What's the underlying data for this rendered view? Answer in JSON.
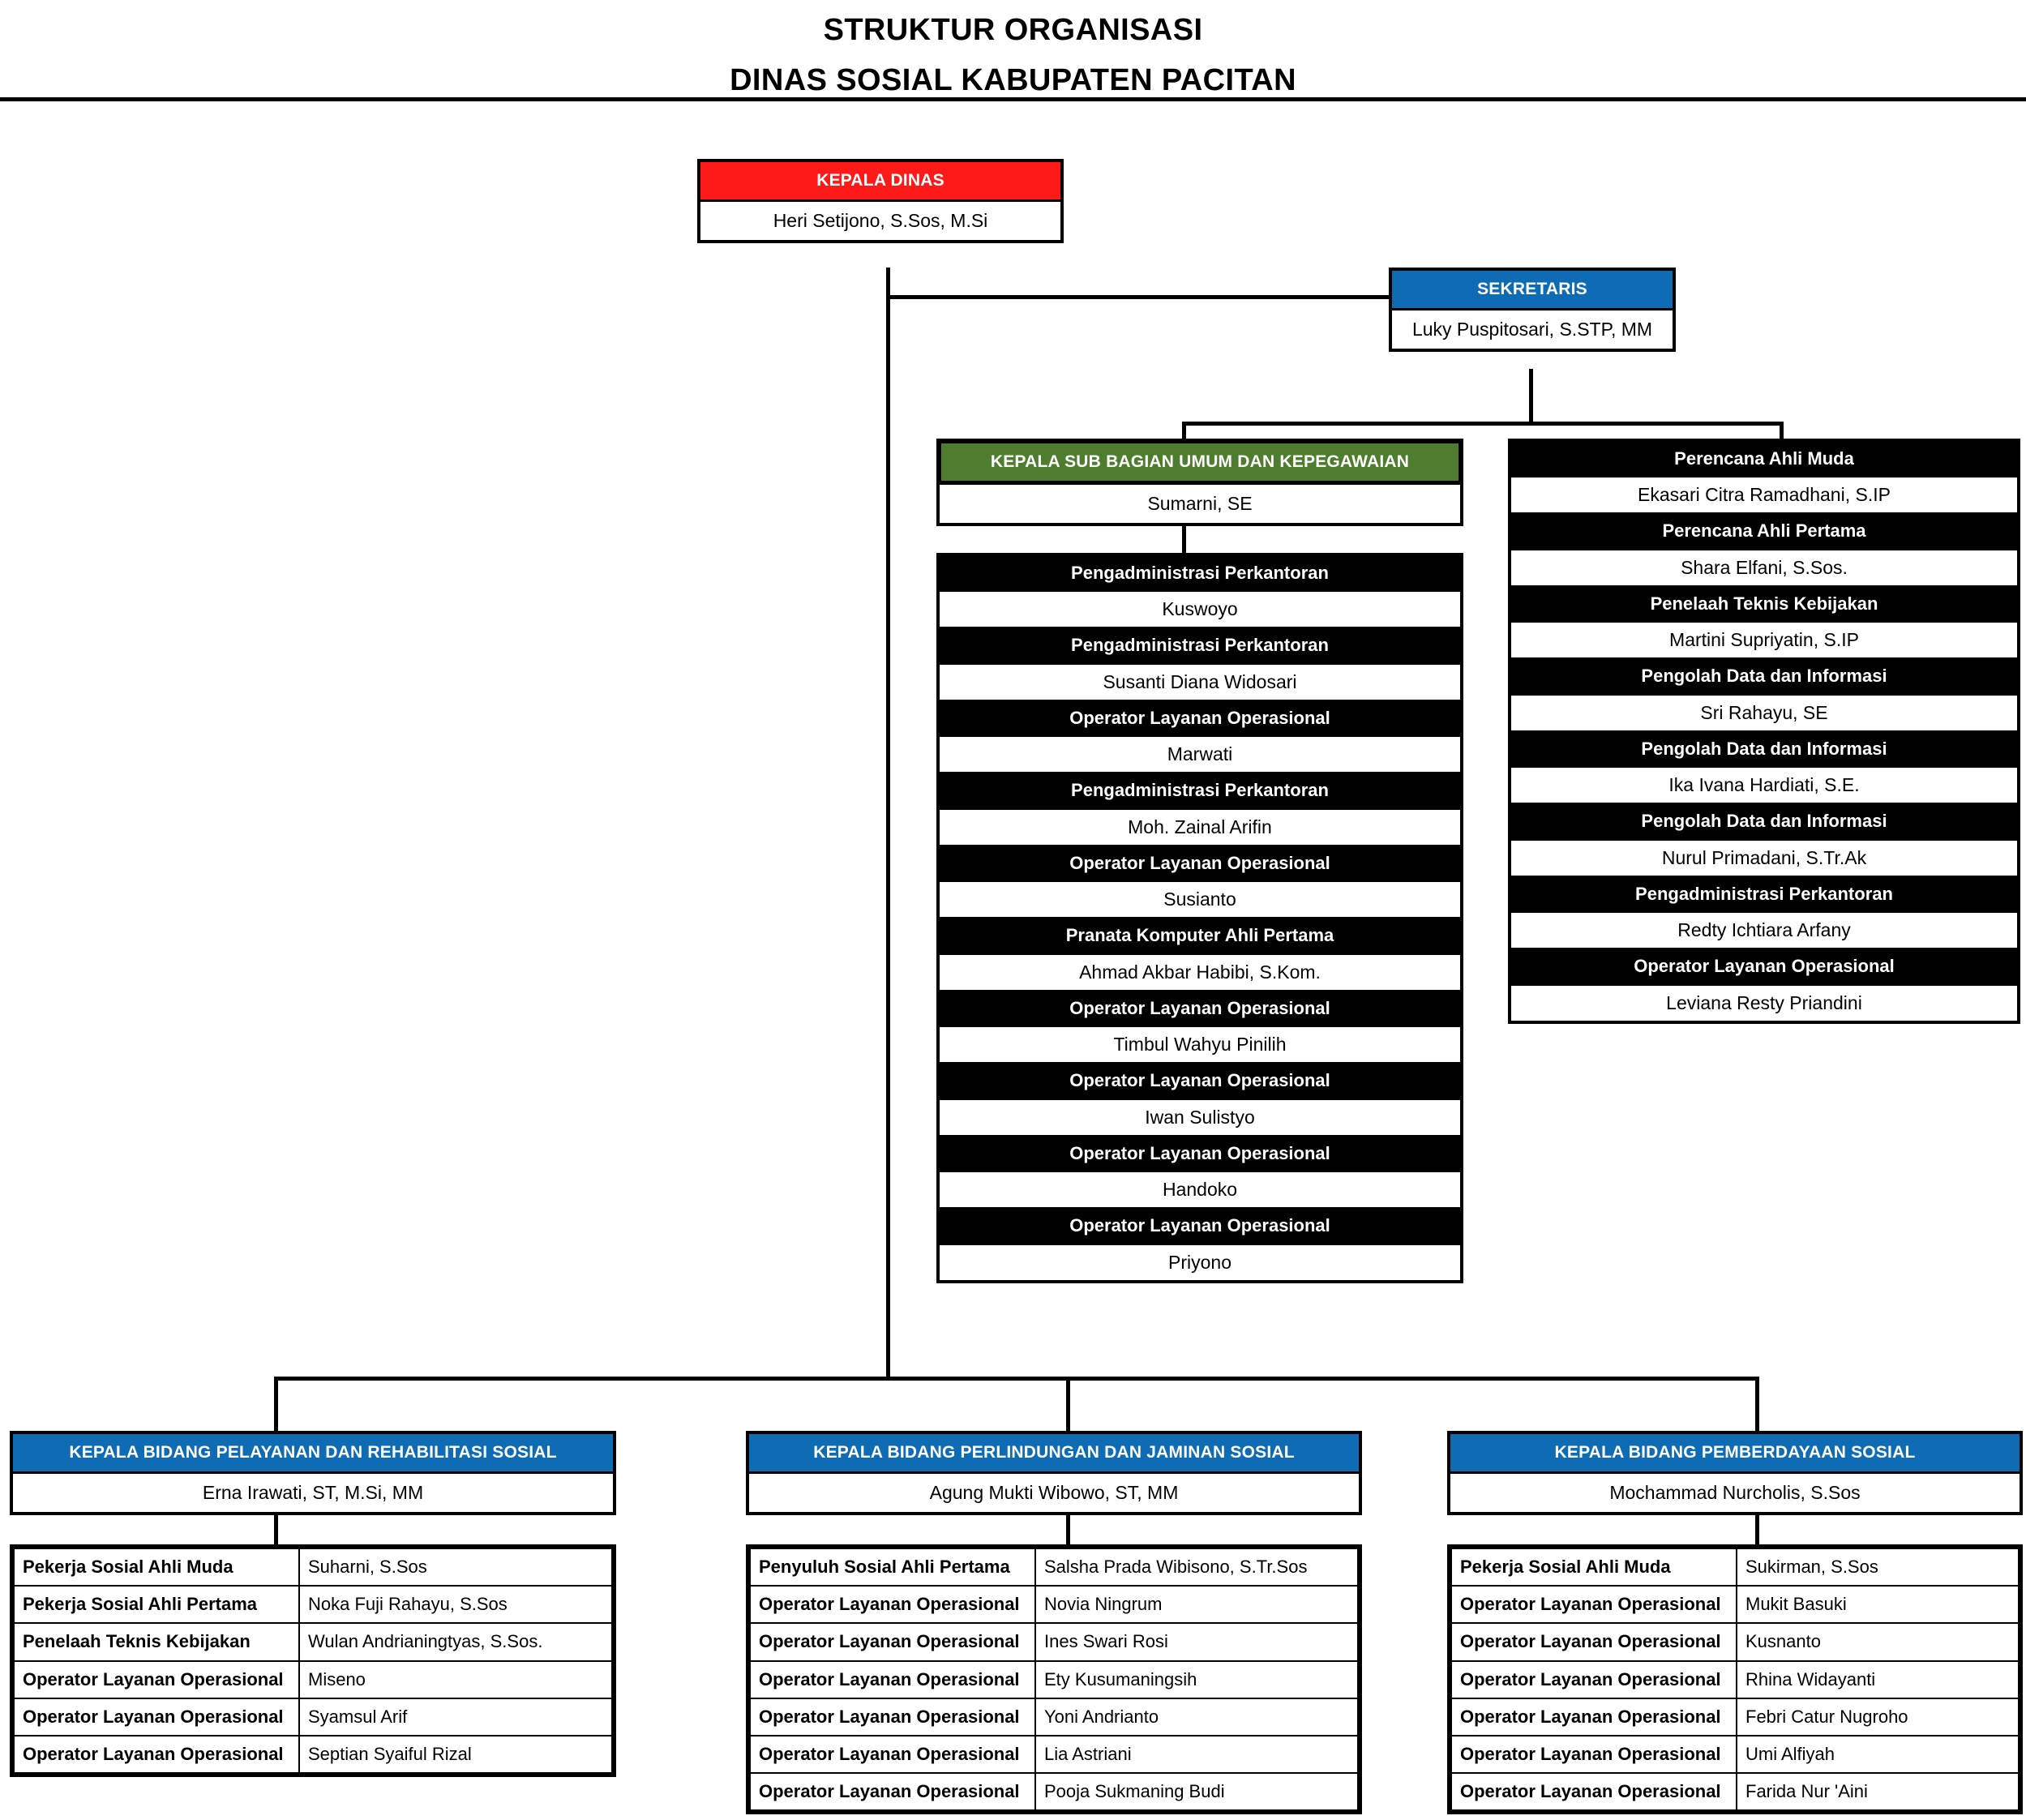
{
  "title": {
    "line1": "STRUKTUR ORGANISASI",
    "line2": "DINAS SOSIAL KABUPATEN PACITAN"
  },
  "kepala_dinas": {
    "header": "KEPALA DINAS",
    "name": "Heri Setijono, S.Sos, M.Si",
    "header_color": "#FF1A1A"
  },
  "sekretaris": {
    "header": "SEKRETARIS",
    "name": "Luky Puspitosari, S.STP, MM",
    "header_color": "#0E6CB4"
  },
  "subbag_umum": {
    "header": "KEPALA SUB BAGIAN UMUM DAN KEPEGAWAIAN",
    "name": "Sumarni, SE",
    "header_color": "#4E7D2F",
    "staff": [
      {
        "title": "Pengadministrasi Perkantoran",
        "name": "Kuswoyo"
      },
      {
        "title": "Pengadministrasi Perkantoran",
        "name": "Susanti Diana Widosari"
      },
      {
        "title": "Operator Layanan Operasional",
        "name": "Marwati"
      },
      {
        "title": "Pengadministrasi Perkantoran",
        "name": "Moh. Zainal Arifin"
      },
      {
        "title": "Operator Layanan Operasional",
        "name": "Susianto"
      },
      {
        "title": "Pranata Komputer Ahli Pertama",
        "name": "Ahmad Akbar Habibi, S.Kom."
      },
      {
        "title": "Operator Layanan Operasional",
        "name": "Timbul Wahyu Pinilih"
      },
      {
        "title": "Operator Layanan Operasional",
        "name": "Iwan Sulistyo"
      },
      {
        "title": "Operator Layanan Operasional",
        "name": "Handoko"
      },
      {
        "title": "Operator Layanan Operasional",
        "name": "Priyono"
      }
    ]
  },
  "perencana_group": {
    "staff": [
      {
        "title": "Perencana Ahli Muda",
        "name": "Ekasari Citra Ramadhani, S.IP"
      },
      {
        "title": "Perencana Ahli Pertama",
        "name": "Shara Elfani, S.Sos."
      },
      {
        "title": "Penelaah Teknis Kebijakan",
        "name": "Martini Supriyatin, S.IP"
      },
      {
        "title": "Pengolah Data dan Informasi",
        "name": "Sri Rahayu, SE"
      },
      {
        "title": "Pengolah Data dan Informasi",
        "name": "Ika Ivana Hardiati, S.E."
      },
      {
        "title": "Pengolah Data dan Informasi",
        "name": "Nurul Primadani, S.Tr.Ak"
      },
      {
        "title": "Pengadministrasi Perkantoran",
        "name": "Redty Ichtiara Arfany"
      },
      {
        "title": "Operator Layanan Operasional",
        "name": "Leviana Resty Priandini"
      }
    ]
  },
  "bidang": [
    {
      "header": "KEPALA BIDANG PELAYANAN DAN REHABILITASI SOSIAL",
      "name": "Erna Irawati, ST, M.Si, MM",
      "header_color": "#0E6CB4",
      "rows": [
        {
          "title": "Pekerja Sosial Ahli Muda",
          "name": "Suharni, S.Sos"
        },
        {
          "title": "Pekerja Sosial Ahli Pertama",
          "name": "Noka Fuji Rahayu, S.Sos"
        },
        {
          "title": "Penelaah Teknis Kebijakan",
          "name": "Wulan Andrianingtyas, S.Sos."
        },
        {
          "title": "Operator Layanan Operasional",
          "name": "Miseno"
        },
        {
          "title": "Operator Layanan Operasional",
          "name": "Syamsul Arif"
        },
        {
          "title": "Operator Layanan Operasional",
          "name": "Septian Syaiful Rizal"
        }
      ]
    },
    {
      "header": "KEPALA BIDANG PERLINDUNGAN DAN JAMINAN SOSIAL",
      "name": "Agung Mukti Wibowo, ST, MM",
      "header_color": "#0E6CB4",
      "rows": [
        {
          "title": "Penyuluh Sosial Ahli Pertama",
          "name": "Salsha Prada Wibisono, S.Tr.Sos"
        },
        {
          "title": "Operator Layanan Operasional",
          "name": "Novia Ningrum"
        },
        {
          "title": "Operator Layanan Operasional",
          "name": "Ines Swari Rosi"
        },
        {
          "title": "Operator Layanan Operasional",
          "name": "Ety Kusumaningsih"
        },
        {
          "title": "Operator Layanan Operasional",
          "name": "Yoni Andrianto"
        },
        {
          "title": "Operator Layanan Operasional",
          "name": "Lia Astriani"
        },
        {
          "title": "Operator Layanan Operasional",
          "name": "Pooja Sukmaning Budi"
        }
      ]
    },
    {
      "header": "KEPALA BIDANG PEMBERDAYAAN SOSIAL",
      "name": "Mochammad Nurcholis, S.Sos",
      "header_color": "#0E6CB4",
      "rows": [
        {
          "title": "Pekerja Sosial Ahli Muda",
          "name": "Sukirman, S.Sos"
        },
        {
          "title": "Operator Layanan Operasional",
          "name": "Mukit Basuki"
        },
        {
          "title": "Operator Layanan Operasional",
          "name": "Kusnanto"
        },
        {
          "title": "Operator Layanan Operasional",
          "name": "Rhina Widayanti"
        },
        {
          "title": "Operator Layanan Operasional",
          "name": "Febri Catur Nugroho"
        },
        {
          "title": "Operator Layanan Operasional",
          "name": "Umi Alfiyah"
        },
        {
          "title": "Operator Layanan Operasional",
          "name": "Farida Nur 'Aini"
        }
      ]
    }
  ]
}
